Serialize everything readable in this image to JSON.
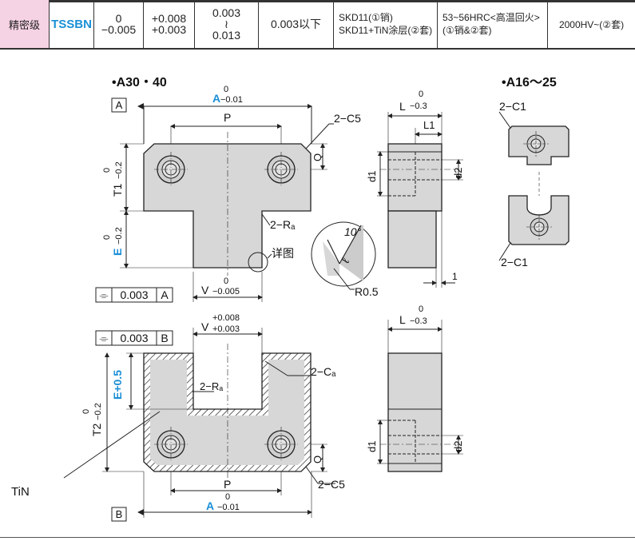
{
  "table": {
    "grade": "精密级",
    "code": "TSSBN",
    "tol_top": "0",
    "tol_bottom": "−0.005",
    "tol2_top": "+0.008",
    "tol2_bottom": "+0.003",
    "range_top": "0.003",
    "range_mid": "≀",
    "range_bottom": "0.013",
    "flat": "0.003以下",
    "material_1": "SKD11(①销)",
    "material_2": "SKD11+TiN涂层(②套)",
    "hardness_1": "53~56HRC<高温回火>",
    "hardness_2": "(①销&②套)",
    "surface": "2000HV~(②套)"
  },
  "drawing": {
    "title_main": "•A30・40",
    "title_small": "•A16～25",
    "datum_a": "A",
    "datum_b": "B",
    "dim_a": "A",
    "tol_0": "0",
    "tol_001": "−0.01",
    "tol_03": "−0.3",
    "tol_02": "−0.2",
    "tol_0005": "−0.005",
    "P": "P",
    "c5": "2−C5",
    "c1": "2−C1",
    "Q": "Q",
    "T1": "T1",
    "T2": "T2",
    "E": "E",
    "E_plus": "E+0.5",
    "ra": "2−Rₐ",
    "ca": "2−Cₐ",
    "detail": "详图",
    "angle": "10°",
    "l_script": "ℓ",
    "r05": "R0.5",
    "L": "L",
    "L1": "L1",
    "d1": "d1",
    "d2": "d2",
    "one": "1",
    "V": "V",
    "V_plus_top": "+0.008",
    "V_plus_bot": "+0.003",
    "flat_sym": "⌯",
    "flat_val": "0.003",
    "tin": "TiN"
  }
}
